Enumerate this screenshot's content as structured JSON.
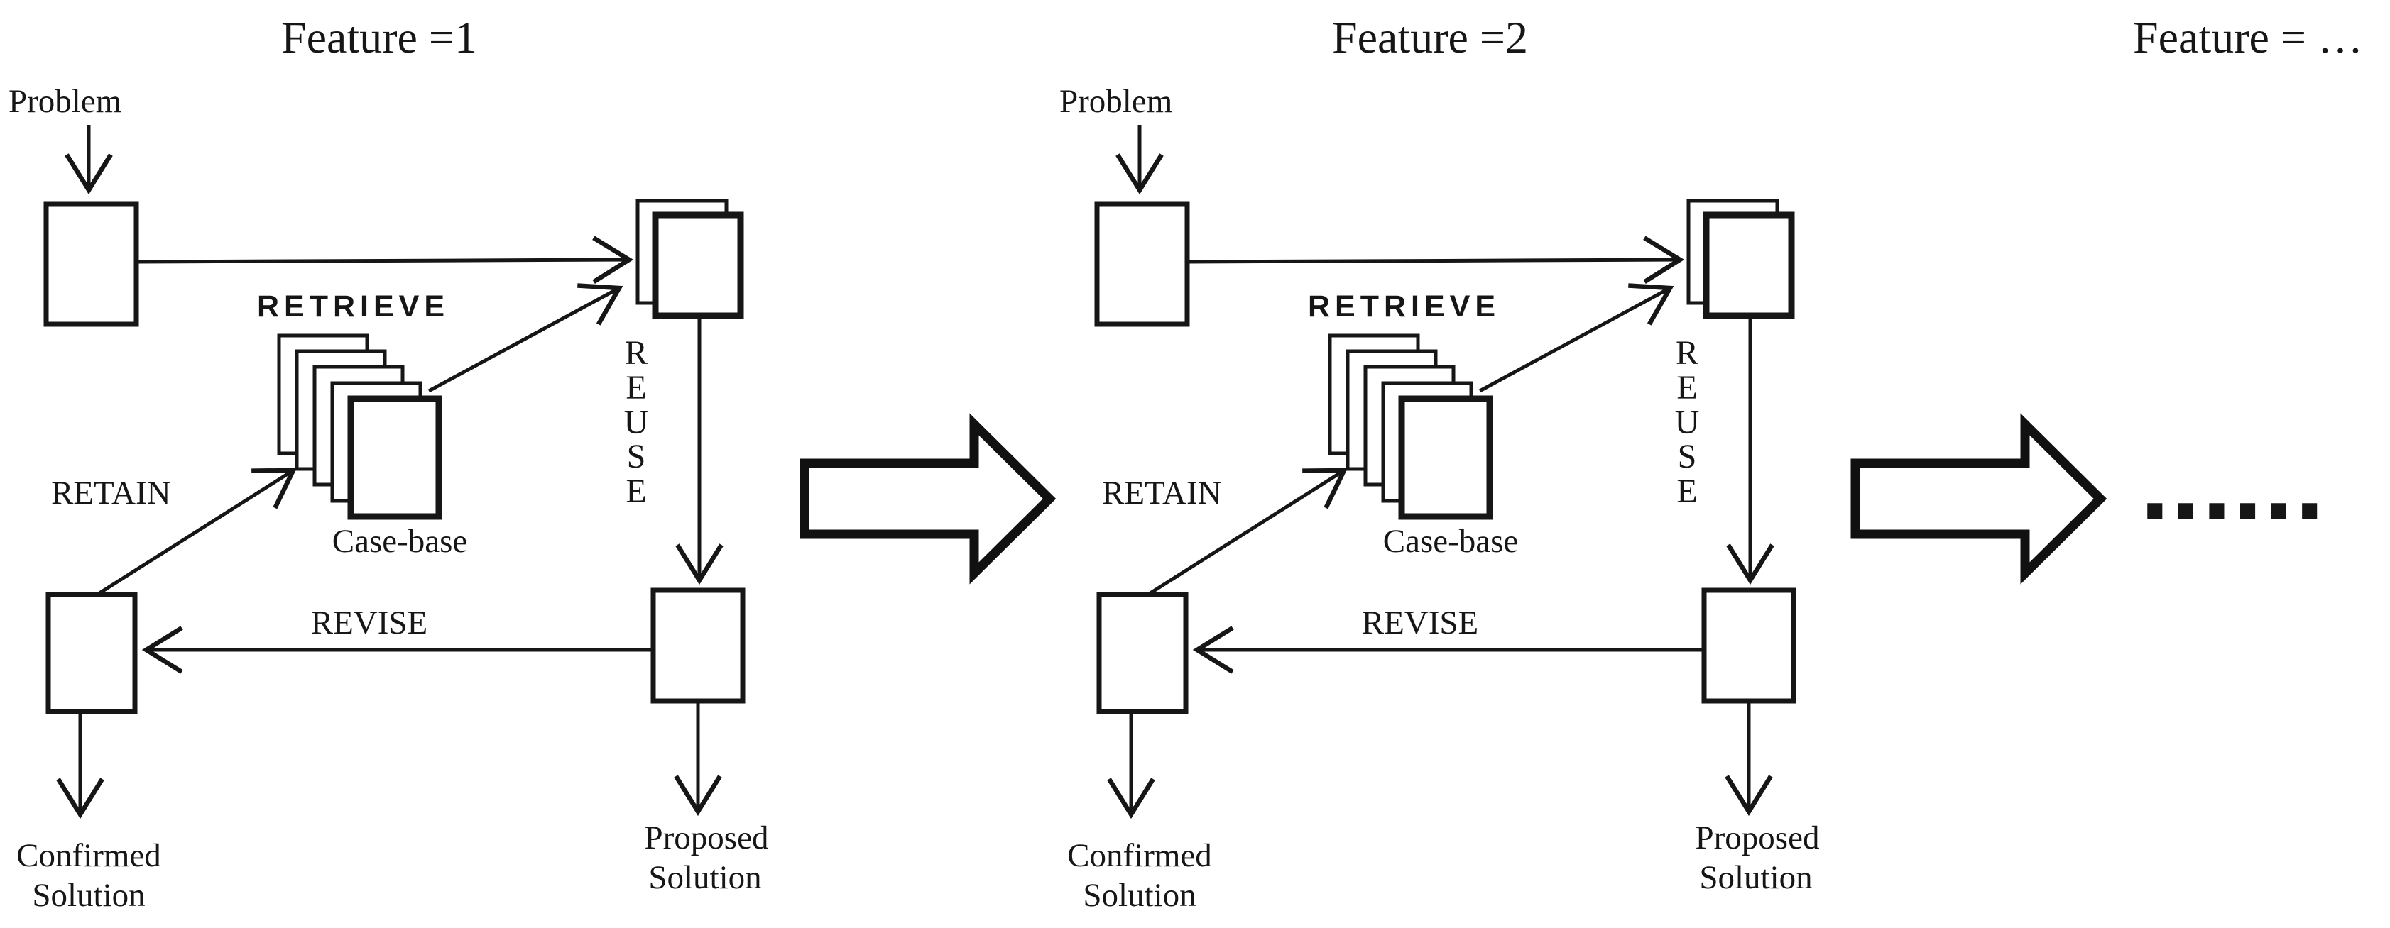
{
  "figure": {
    "background": "#ffffff",
    "ink": "#161616",
    "description_icons": {
      "case_stack_icon": "stack-of-documents",
      "block_arrow_icon": "thick-right-arrow"
    }
  },
  "cycles": [
    {
      "title": "Feature =1",
      "problem_label": "Problem",
      "retrieve_label": "RETRIEVE",
      "case_base_label": "Case-base",
      "reuse_letters": [
        "R",
        "E",
        "U",
        "S",
        "E"
      ],
      "retain_label": "RETAIN",
      "revise_label": "REVISE",
      "confirmed_line1": "Confirmed",
      "confirmed_line2": "Solution",
      "proposed_line1": "Proposed",
      "proposed_line2": "Solution"
    },
    {
      "title": "Feature =2",
      "problem_label": "Problem",
      "retrieve_label": "RETRIEVE",
      "case_base_label": "Case-base",
      "reuse_letters": [
        "R",
        "E",
        "U",
        "S",
        "E"
      ],
      "retain_label": "RETAIN",
      "revise_label": "REVISE",
      "confirmed_line1": "Confirmed",
      "confirmed_line2": "Solution",
      "proposed_line1": "Proposed",
      "proposed_line2": "Solution"
    }
  ],
  "continuation": {
    "title": "Feature = …",
    "dots": "......"
  }
}
